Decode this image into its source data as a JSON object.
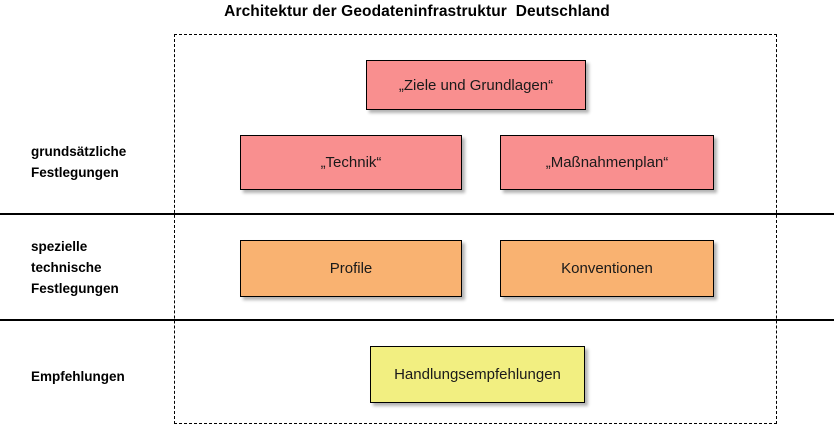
{
  "title": "Architektur der Geodateninfrastruktur  Deutschland",
  "colors": {
    "level_grundsaetzliche": "#F98F8F",
    "level_technische": "#F9B271",
    "level_empfehlungen": "#F2EF81",
    "border": "#000000",
    "frame": "#000000",
    "text": "#000000",
    "background": "#FFFFFF"
  },
  "levels": [
    {
      "id": "grundsaetzliche-festlegungen",
      "label": "grundsätzliche\nFestlegungen",
      "fill": "#F98F8F",
      "boxes": [
        {
          "id": "ziele-und-grundlagen",
          "label": "„Ziele und Grundlagen“"
        },
        {
          "id": "technik",
          "label": "„Technik“"
        },
        {
          "id": "massnahmenplan",
          "label": "„Maßnahmenplan“"
        }
      ]
    },
    {
      "id": "spezielle-technische-festlegungen",
      "label": "spezielle\ntechnische\nFestlegungen",
      "fill": "#F9B271",
      "boxes": [
        {
          "id": "profile",
          "label": "Profile"
        },
        {
          "id": "konventionen",
          "label": "Konventionen"
        }
      ]
    },
    {
      "id": "empfehlungen",
      "label": "Empfehlungen",
      "fill": "#F2EF81",
      "boxes": [
        {
          "id": "handlungsempfehlungen",
          "label": "Handlungsempfehlungen"
        }
      ]
    }
  ]
}
